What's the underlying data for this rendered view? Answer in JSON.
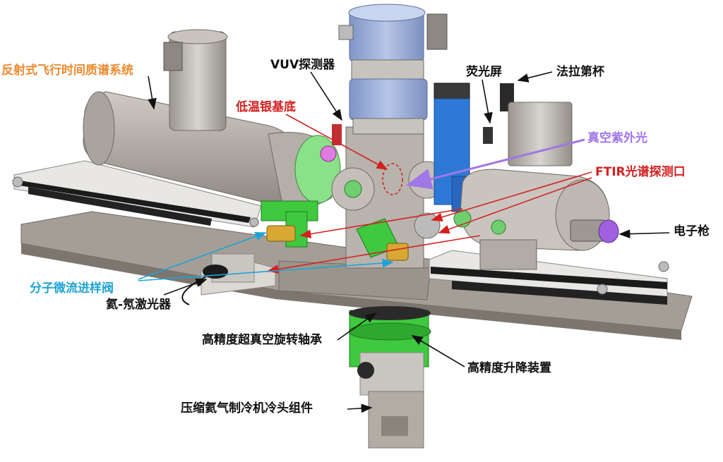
{
  "labels": {
    "tof": "反射式飞行时间质谱系统",
    "vuv": "VUV探测器",
    "silver": "低温银基底",
    "phosphor": "荧光屏",
    "faraday": "法拉第杯",
    "vacuum_uv": "真空紫外光",
    "ftir": "FTIR光谱探测口",
    "egun": "电子枪",
    "valve": "分子微流进样阀",
    "laser": "氦-氖激光器",
    "bearing": "高精度超真空旋转轴承",
    "lift": "高精度升降装置",
    "cryo": "压缩氦气制冷机冷头组件"
  },
  "colors": {
    "orange": "#ec8a2e",
    "black": "#111111",
    "red": "#d42020",
    "purple": "#a077e6",
    "blue": "#1fa3d6"
  }
}
